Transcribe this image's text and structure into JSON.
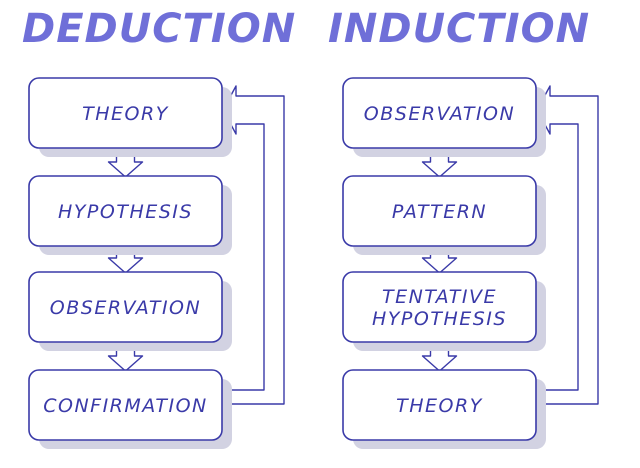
{
  "colors": {
    "title": "#6f6fd8",
    "stroke": "#3a3aa8",
    "shadow": "#d2d2e2"
  },
  "deduction": {
    "title": "DEDUCTION",
    "steps": [
      "THEORY",
      "HYPOTHESIS",
      "OBSERVATION",
      "CONFIRMATION"
    ]
  },
  "induction": {
    "title": "INDUCTION",
    "steps": [
      "OBSERVATION",
      "PATTERN",
      "TENTATIVE\nHYPOTHESIS",
      "THEORY"
    ]
  }
}
